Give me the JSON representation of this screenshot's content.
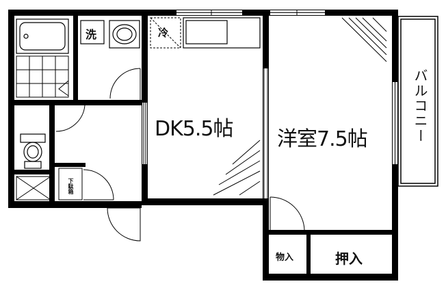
{
  "rooms": {
    "dk": "DK5.5帖",
    "western": "洋室7.5帖",
    "balcony": "バルコニー",
    "closet_small": "物入",
    "closet_large": "押入",
    "shoe_box": "下駄箱"
  },
  "icons": {
    "washer": "洗",
    "fridge": "冷"
  }
}
